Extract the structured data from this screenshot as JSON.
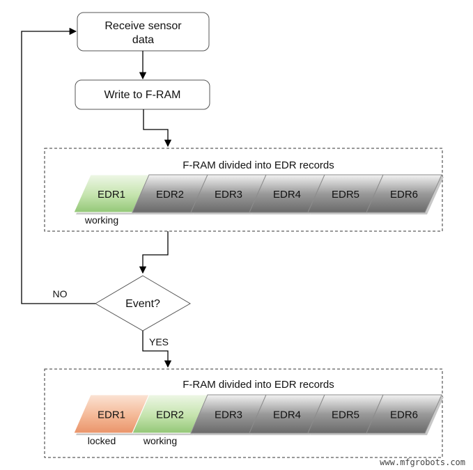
{
  "nodes": {
    "receive": {
      "line1": "Receive sensor",
      "line2": "data"
    },
    "write": {
      "label": "Write to F-RAM"
    },
    "decision": {
      "label": "Event?",
      "no_label": "NO",
      "yes_label": "YES"
    }
  },
  "panel1": {
    "title": "F-RAM divided into EDR records",
    "records": [
      {
        "label": "EDR1",
        "state": "working",
        "tag": "working"
      },
      {
        "label": "EDR2",
        "state": "idle",
        "tag": ""
      },
      {
        "label": "EDR3",
        "state": "idle",
        "tag": ""
      },
      {
        "label": "EDR4",
        "state": "idle",
        "tag": ""
      },
      {
        "label": "EDR5",
        "state": "idle",
        "tag": ""
      },
      {
        "label": "EDR6",
        "state": "idle",
        "tag": ""
      }
    ]
  },
  "panel2": {
    "title": "F-RAM divided into EDR records",
    "records": [
      {
        "label": "EDR1",
        "state": "locked",
        "tag": "locked"
      },
      {
        "label": "EDR2",
        "state": "working",
        "tag": "working"
      },
      {
        "label": "EDR3",
        "state": "idle",
        "tag": ""
      },
      {
        "label": "EDR4",
        "state": "idle",
        "tag": ""
      },
      {
        "label": "EDR5",
        "state": "idle",
        "tag": ""
      },
      {
        "label": "EDR6",
        "state": "idle",
        "tag": ""
      }
    ]
  },
  "colors": {
    "working": "#a9d58e",
    "locked": "#f0a682",
    "idle": "#7a7a7a"
  },
  "watermark": "www.mfgrobots.com"
}
